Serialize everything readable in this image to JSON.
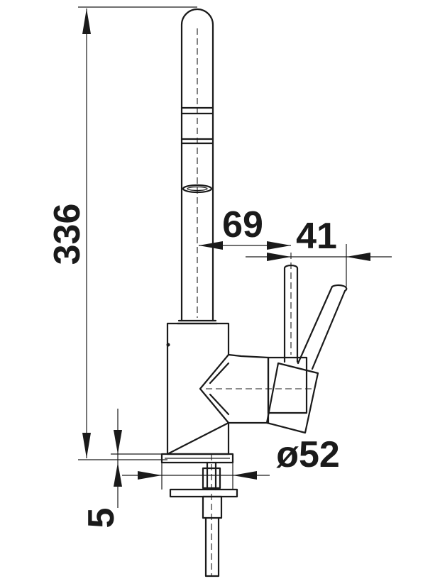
{
  "dimensions": {
    "height_total": "336",
    "spout_reach": "69",
    "lever_offset": "41",
    "base_diameter": "ø52",
    "base_thickness": "5"
  },
  "line_color": "#1a1a1a",
  "background": "#ffffff"
}
